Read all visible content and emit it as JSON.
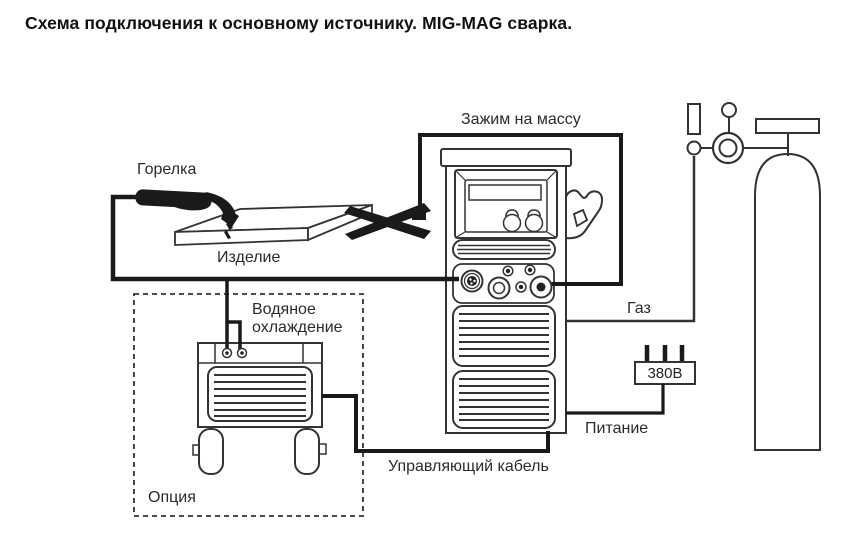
{
  "title": "Схема подключения к основному источнику. MIG-MAG сварка.",
  "labels": {
    "torch": "Горелка",
    "workpiece": "Изделие",
    "ground_clamp": "Зажим на массу",
    "water_cooling": "Водяное охлаждение",
    "gas": "Газ",
    "voltage": "380В",
    "power": "Питание",
    "control_cable": "Управляющий кабель",
    "option": "Опция"
  },
  "colors": {
    "line": "#333333",
    "cable": "#1a1a1a",
    "background": "#ffffff",
    "text": "#2b2b2b"
  }
}
